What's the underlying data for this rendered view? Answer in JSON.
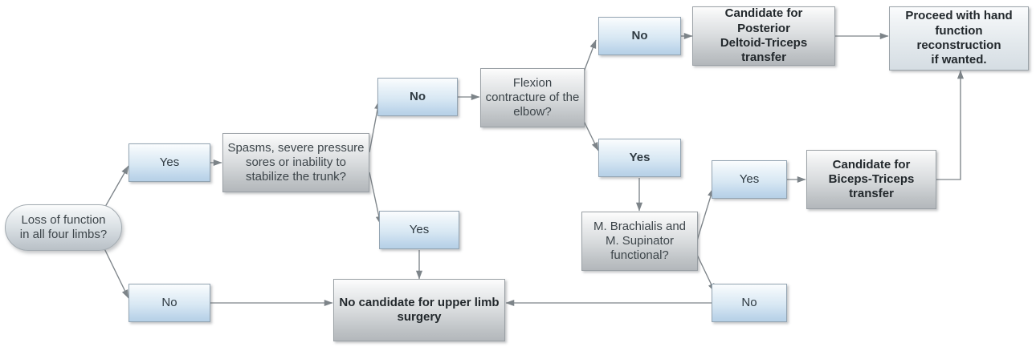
{
  "diagram": {
    "title": "Decision flowchart for upper limb surgery candidacy",
    "colors": {
      "blue_fill_bottom": "#b6d0e6",
      "gray_fill_bottom": "#b3b7bb",
      "pale_fill_bottom": "#d5dde3",
      "border": "#9aa2a8",
      "edge_line": "#808080",
      "text": "#3a4348"
    },
    "nodes": {
      "start": "Loss of function\nin all four limbs?",
      "yes_1": "Yes",
      "no_1": "No",
      "q_spasms": "Spasms, severe pressure\nsores or inability to\nstabilize the trunk?",
      "no_2": "No",
      "yes_2": "Yes",
      "q_flexion": "Flexion\ncontracture of the\nelbow?",
      "no_3": "No",
      "yes_3": "Yes",
      "out_posterior": "Candidate for Posterior\nDeltoid-Triceps\ntransfer",
      "out_proceed": "Proceed with hand\nfunction reconstruction\nif wanted.",
      "q_brachialis": "M. Brachialis and\nM. Supinator\nfunctional?",
      "yes_4": "Yes",
      "no_4": "No",
      "out_biceps": "Candidate for\nBiceps-Triceps\ntransfer",
      "out_nocandidate": "No candidate for upper limb\nsurgery"
    }
  }
}
